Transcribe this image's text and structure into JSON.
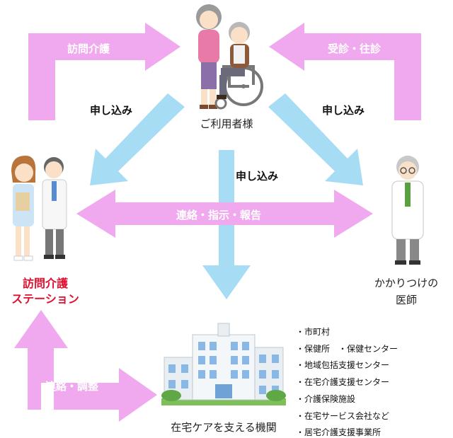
{
  "colors": {
    "pink_arrow": "#f0a9ee",
    "blue_arrow": "#a6dcf4",
    "station_text": "#e01030"
  },
  "nodes": {
    "users": "ご利用者様",
    "station_line1": "訪問介護",
    "station_line2": "ステーション",
    "doctor_line1": "かかりつけの",
    "doctor_line2": "医師",
    "institutions": "在宅ケアを支える機関"
  },
  "arrow_labels": {
    "visit_care": "訪問介護",
    "consult_visit": "受診・往診",
    "apply_left": "申し込み",
    "apply_right": "申し込み",
    "apply_center": "申し込み",
    "contact_instruct_report": "連絡・指示・報告",
    "contact_adjust": "連絡・調整"
  },
  "institution_list": [
    "市町村",
    "保健所　・保健センター",
    "地域包括支援センター",
    "在宅介護支援センター",
    "介護保険施設",
    "在宅サービス会社など",
    "居宅介護支援事業所"
  ]
}
